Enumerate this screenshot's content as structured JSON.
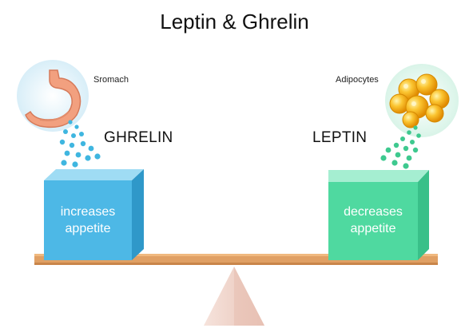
{
  "title": "Leptin & Ghrelin",
  "left": {
    "organ_label": "Sromach",
    "hormone": "GHRELIN",
    "effect_line1": "increases",
    "effect_line2": "appetite",
    "organ_icon": "stomach-icon"
  },
  "right": {
    "organ_label": "Adipocytes",
    "hormone": "LEPTIN",
    "effect_line1": "decreases",
    "effect_line2": "appetite",
    "organ_icon": "fat-cells-icon"
  },
  "colors": {
    "ghrelin_box": "#4db8e6",
    "leptin_box": "#4fd9a0",
    "beam": "#e0a064",
    "fulcrum": "#f2d5cc"
  }
}
